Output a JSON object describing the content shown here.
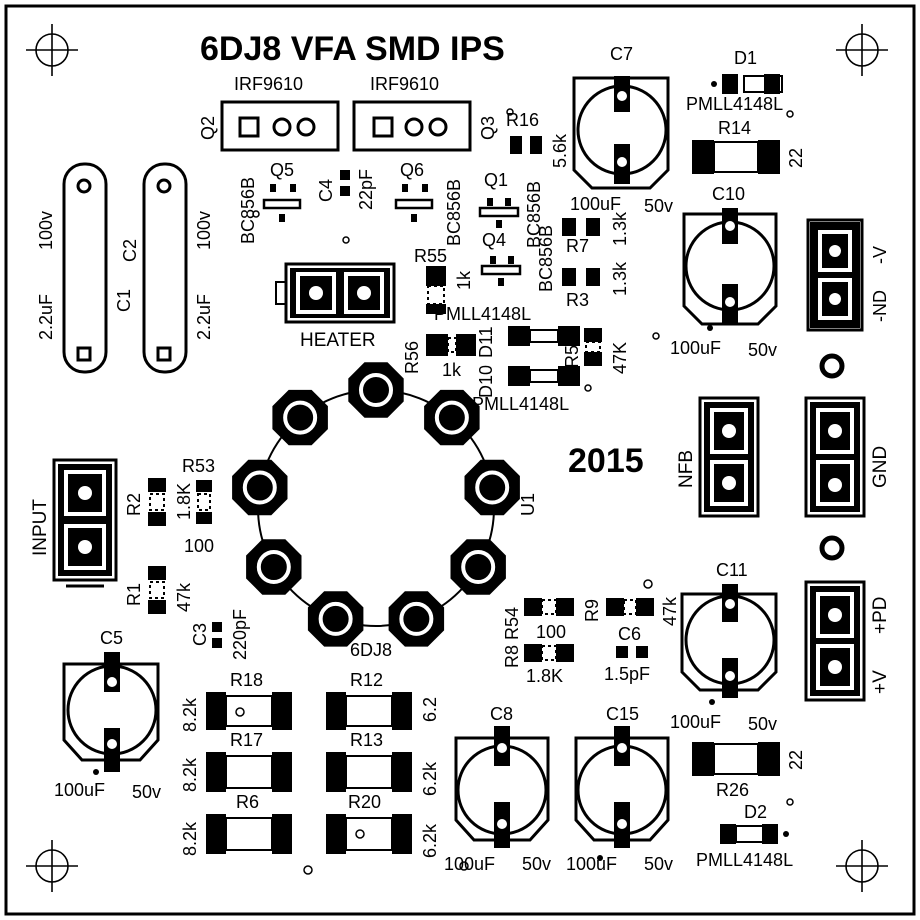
{
  "title": "6DJ8 VFA SMD IPS",
  "year": "2015",
  "tube": {
    "designator": "U1",
    "value": "6DJ8"
  },
  "connectors": {
    "heater": "HEATER",
    "input": "INPUT",
    "nfb": "NFB",
    "neg_v": "-V",
    "neg_nd": "-ND",
    "gnd": "GND",
    "pos_pd": "+PD",
    "pos_v": "+V"
  },
  "transistors": {
    "q2": {
      "ref": "Q2",
      "part": "IRF9610"
    },
    "q3": {
      "ref": "Q3",
      "part": "IRF9610"
    },
    "q5": {
      "ref": "Q5",
      "part": "BC856B"
    },
    "q6": {
      "ref": "Q6",
      "part": "BC856B"
    },
    "q1": {
      "ref": "Q1",
      "part": "BC856B"
    },
    "q4": {
      "ref": "Q4",
      "part": "BC856B"
    }
  },
  "film_caps": {
    "c1": {
      "ref": "C1",
      "value": "2.2uF",
      "voltage": "100v"
    },
    "c2": {
      "ref": "C2",
      "value": "2.2uF",
      "voltage": "100v"
    }
  },
  "electrolytics": {
    "c7": {
      "ref": "C7",
      "value": "100uF",
      "voltage": "50v"
    },
    "c10": {
      "ref": "C10",
      "value": "100uF",
      "voltage": "50v"
    },
    "c11": {
      "ref": "C11",
      "value": "100uF",
      "voltage": "50v"
    },
    "c5": {
      "ref": "C5",
      "value": "100uF",
      "voltage": "50v"
    },
    "c8": {
      "ref": "C8",
      "value": "100uF",
      "voltage": "50v"
    },
    "c15": {
      "ref": "C15",
      "value": "100uF",
      "voltage": "50v"
    }
  },
  "smd_caps": {
    "c4": {
      "ref": "C4",
      "value": "22pF"
    },
    "c3": {
      "ref": "C3",
      "value": "220pF"
    },
    "c6": {
      "ref": "C6",
      "value": "1.5pF"
    }
  },
  "diodes": {
    "d1": {
      "ref": "D1",
      "part": "PMLL4148L"
    },
    "d2": {
      "ref": "D2",
      "part": "PMLL4148L"
    },
    "d11": {
      "ref": "D11",
      "part": "PMLL4148L"
    },
    "d10": {
      "ref": "D10",
      "part": "PMLL4148L"
    }
  },
  "resistors": {
    "r14": {
      "ref": "R14",
      "value": "22"
    },
    "r26": {
      "ref": "R26",
      "value": "22"
    },
    "r16": {
      "ref": "R16",
      "value": "5.6k"
    },
    "r7": {
      "ref": "R7",
      "value": "1.3k"
    },
    "r3": {
      "ref": "R3",
      "value": "1.3k"
    },
    "r55": {
      "ref": "R55",
      "value": "1k"
    },
    "r56": {
      "ref": "R56",
      "value": "1k"
    },
    "r5": {
      "ref": "R5",
      "value": "47K"
    },
    "r53": {
      "ref": "R53",
      "value": "100"
    },
    "r2": {
      "ref": "R2",
      "value": "1.8K"
    },
    "r1": {
      "ref": "R1",
      "value": "47k"
    },
    "r54": {
      "ref": "R54",
      "value": "100"
    },
    "r8": {
      "ref": "R8",
      "value": "1.8K"
    },
    "r9": {
      "ref": "R9",
      "value": "47k"
    },
    "r18": {
      "ref": "R18",
      "value": "8.2k"
    },
    "r17": {
      "ref": "R17",
      "value": "8.2k"
    },
    "r6": {
      "ref": "R6",
      "value": "8.2k"
    },
    "r12": {
      "ref": "R12",
      "value": "6.2"
    },
    "r13": {
      "ref": "R13",
      "value": "6.2k"
    },
    "r20": {
      "ref": "R20",
      "value": "6.2k"
    }
  }
}
